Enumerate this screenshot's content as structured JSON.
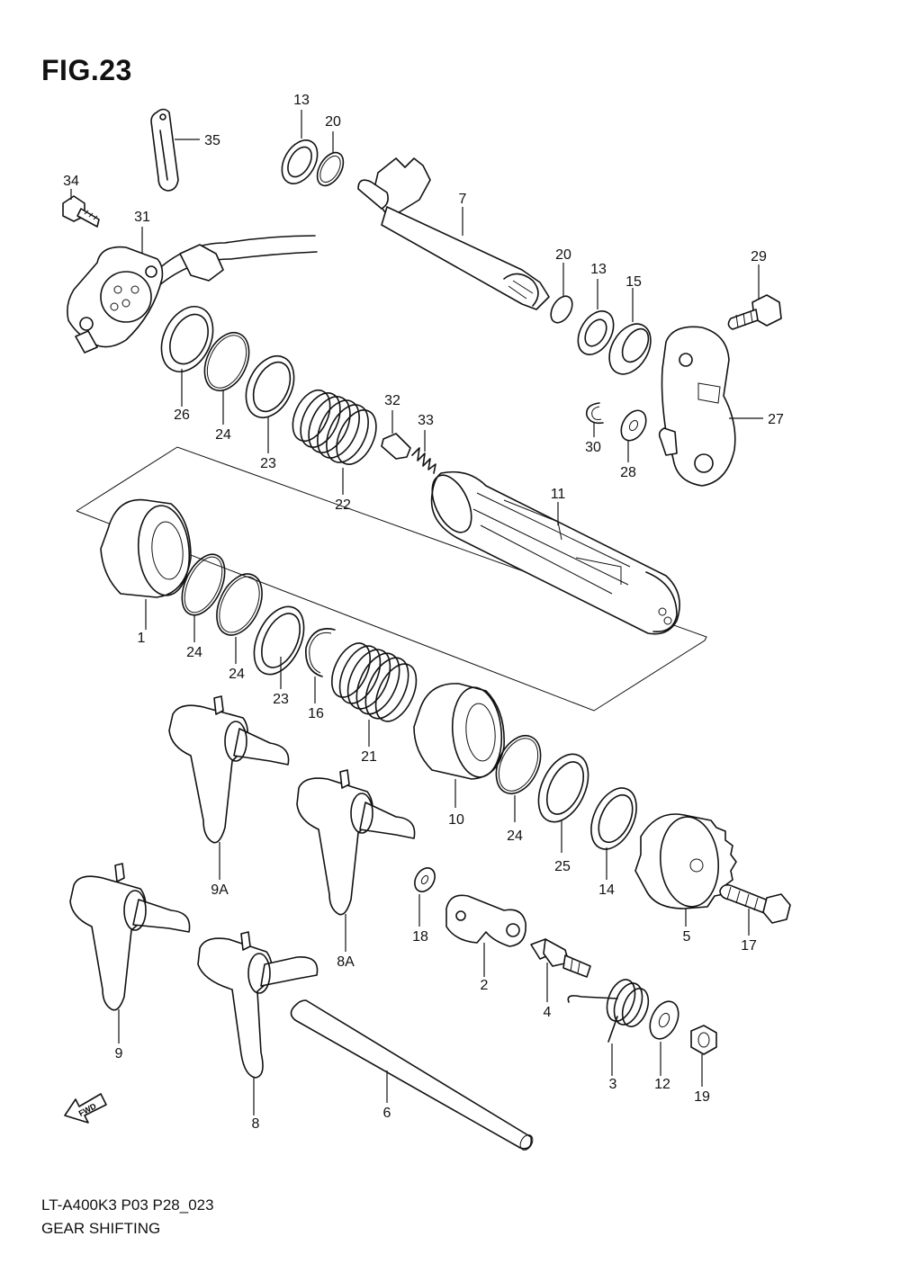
{
  "figure": {
    "title": "FIG.23"
  },
  "footer": {
    "model_code": "LT-A400K3 P03 P28_023",
    "section_name": "GEAR SHIFTING"
  },
  "fwd_indicator": {
    "text": "FWD"
  },
  "part_labels": {
    "p1": "1",
    "p2": "2",
    "p3": "3",
    "p4": "4",
    "p5": "5",
    "p6": "6",
    "p7": "7",
    "p8": "8",
    "p8a": "8A",
    "p9": "9",
    "p9a": "9A",
    "p10": "10",
    "p11": "11",
    "p12": "12",
    "p13a": "13",
    "p13b": "13",
    "p14": "14",
    "p15": "15",
    "p16": "16",
    "p17": "17",
    "p19": "19",
    "p18": "18",
    "p20a": "20",
    "p20b": "20",
    "p21": "21",
    "p22": "22",
    "p23a": "23",
    "p23b": "23",
    "p24a": "24",
    "p24b": "24",
    "p24c": "24",
    "p24d": "24",
    "p25": "25",
    "p26": "26",
    "p27": "27",
    "p28": "28",
    "p29": "29",
    "p30": "30",
    "p31": "31",
    "p32": "32",
    "p33": "33",
    "p34": "34",
    "p35": "35"
  }
}
